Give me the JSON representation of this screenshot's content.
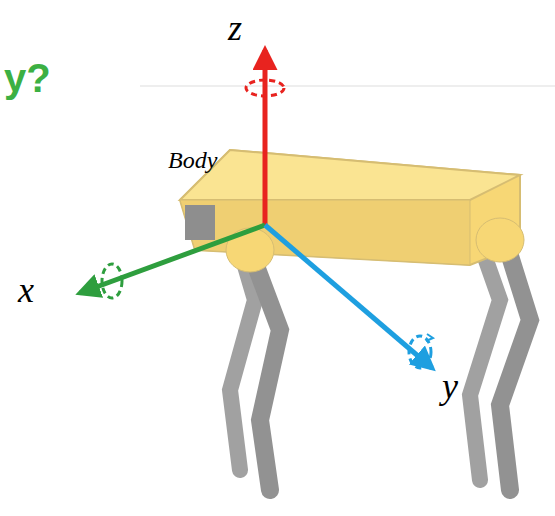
{
  "diagram": {
    "labels": [
      "y?",
      "z",
      "Body",
      "x",
      "y"
    ]
  }
}
